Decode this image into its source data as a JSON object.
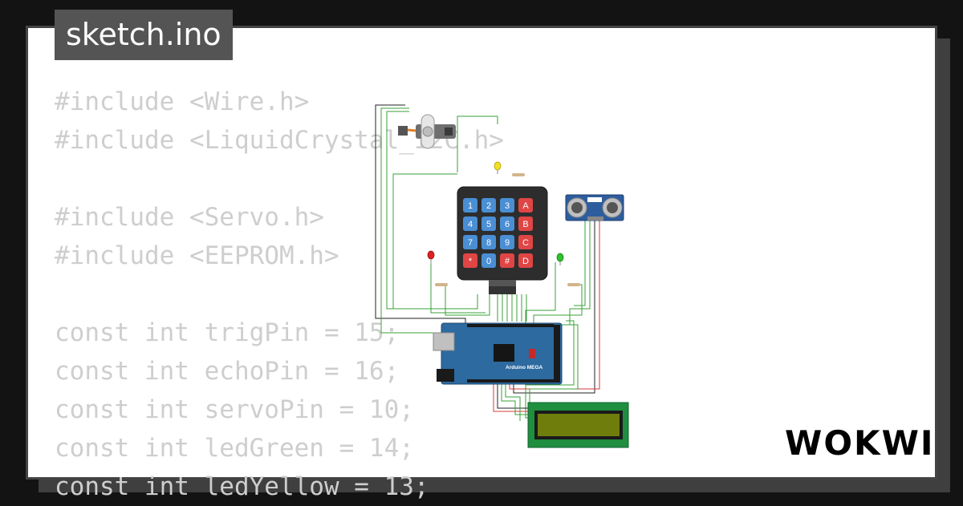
{
  "file_tab": {
    "label": "sketch.ino"
  },
  "code_lines": [
    "#include <Wire.h>",
    "#include <LiquidCrystal_I2C.h>",
    "",
    "#include <Servo.h>",
    "#include <EEPROM.h>",
    "",
    "const int trigPin = 15;",
    "const int echoPin = 16;",
    "const int servoPin = 10;",
    "const int ledGreen = 14;",
    "const int ledYellow = 13;"
  ],
  "keypad": {
    "keys": [
      "1",
      "2",
      "3",
      "A",
      "4",
      "5",
      "6",
      "B",
      "7",
      "8",
      "9",
      "C",
      "*",
      "0",
      "#",
      "D"
    ],
    "colors": {
      "number": "#4a8ed4",
      "letter": "#e04545",
      "body": "#2d2d2d"
    }
  },
  "board": {
    "label": "Arduino MEGA",
    "color": "#2d6aa0"
  },
  "leds": [
    {
      "name": "red",
      "color": "#e02020"
    },
    {
      "name": "yellow",
      "color": "#f0e020"
    },
    {
      "name": "green",
      "color": "#30c030"
    }
  ],
  "lcd": {
    "pcb_color": "#1f8f3f",
    "screen_color": "#6e7d0c"
  },
  "brand": {
    "logo": "WOKWI"
  },
  "colors": {
    "wire_green": "#3aa03a",
    "wire_red": "#d83a3a",
    "wire_black": "#202020"
  }
}
